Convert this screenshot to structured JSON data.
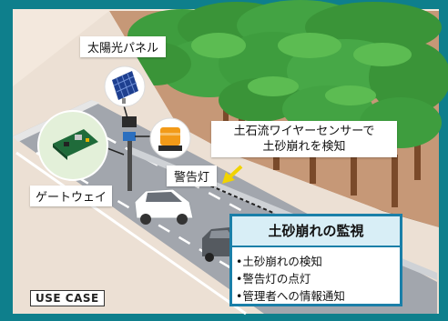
{
  "labels": {
    "solar_panel": "太陽光パネル",
    "sensor_line1": "土石流ワイヤーセンサーで",
    "sensor_line2": "土砂崩れを検知",
    "warning_light": "警告灯",
    "gateway": "ゲートウェイ"
  },
  "info": {
    "title": "土砂崩れの監視",
    "items": [
      "•土砂崩れの検知",
      "•警告灯の点灯",
      "•管理者への情報通知"
    ]
  },
  "badge": "USE CASE",
  "colors": {
    "frame": "#0e7f8c",
    "forest": "#3e9d3e",
    "road": "#a2a6ad",
    "info_border": "#1a7fa8",
    "warning_lamp": "#f29a18",
    "arrow": "#f1d300"
  }
}
